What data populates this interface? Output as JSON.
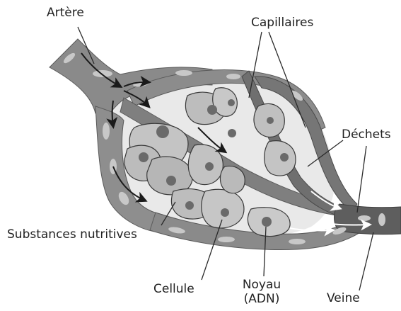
{
  "labels": {
    "artere": "Artère",
    "capillaires": "Capillaires",
    "dechets": "Déchets",
    "substances": "Substances nutritives",
    "cellule": "Cellule",
    "noyau_line1": "Noyau",
    "noyau_line2": "(ADN)",
    "veine": "Veine"
  }
}
